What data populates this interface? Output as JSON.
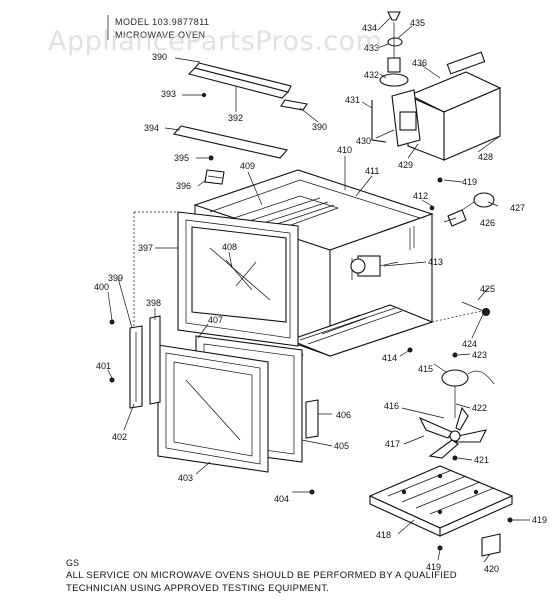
{
  "header": {
    "model": "MODEL 103.9877811",
    "subtitle": "MICROWAVE OVEN"
  },
  "watermark": "AppliancePartsPros.com",
  "footer": {
    "code": "GS",
    "note_line1": "ALL SERVICE ON MICROWAVE OVENS SHOULD BE PERFORMED BY A QUALIFIED",
    "note_line2": "TECHNICIAN USING APPROVED TESTING EQUIPMENT."
  },
  "parts": {
    "p390a": "390",
    "p390b": "390",
    "p392": "392",
    "p393": "393",
    "p394": "394",
    "p395": "395",
    "p396": "396",
    "p397": "397",
    "p398": "398",
    "p399": "399",
    "p400": "400",
    "p401": "401",
    "p402": "402",
    "p403": "403",
    "p404": "404",
    "p405": "405",
    "p406": "406",
    "p407": "407",
    "p408": "408",
    "p409": "409",
    "p410": "410",
    "p411": "411",
    "p412": "412",
    "p413": "413",
    "p414": "414",
    "p415": "415",
    "p416": "416",
    "p417": "417",
    "p418": "418",
    "p419a": "419",
    "p419b": "419",
    "p419c": "419",
    "p420": "420",
    "p421": "421",
    "p422": "422",
    "p423": "423",
    "p424": "424",
    "p425": "425",
    "p426": "426",
    "p427": "427",
    "p428": "428",
    "p429": "429",
    "p430": "430",
    "p431": "431",
    "p432": "432",
    "p433": "433",
    "p434": "434",
    "p435": "435",
    "p436": "436"
  }
}
